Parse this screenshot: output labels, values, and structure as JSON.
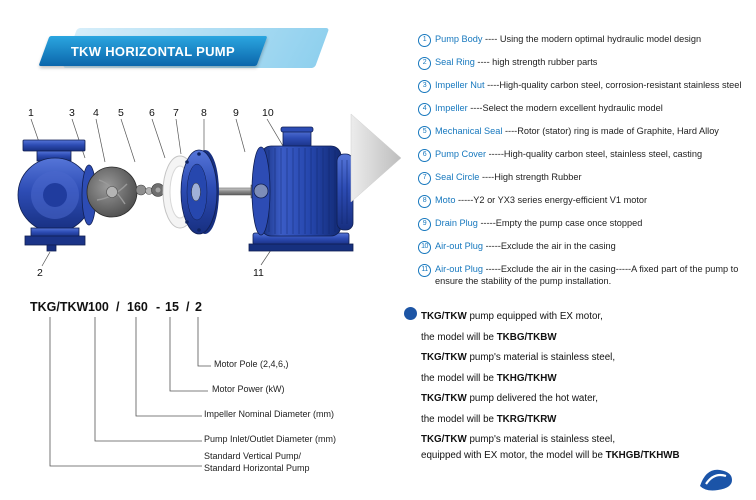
{
  "banner": {
    "title": "TKW HORIZONTAL PUMP"
  },
  "colors": {
    "accent_blue": "#1778be",
    "banner_blue": "#0b66ab",
    "pump_blue": "#2d4cb4",
    "note_blue": "#1d55a5"
  },
  "diagram": {
    "top_labels": [
      "1",
      "3",
      "4",
      "5",
      "6",
      "7",
      "8",
      "9",
      "10"
    ],
    "bottom_labels": [
      "2",
      "11"
    ]
  },
  "parts_list": [
    {
      "num": "1",
      "label": "Pump Body ",
      "desc": "---- Using the modern optimal hydraulic model design"
    },
    {
      "num": "2",
      "label": "Seal Ring ",
      "desc": "---- high strength rubber parts"
    },
    {
      "num": "3",
      "label": "Impeller Nut ",
      "desc": "----High-quality carbon steel, corrosion-resistant stainless steel"
    },
    {
      "num": "4",
      "label": "Impeller ",
      "desc": "----Select the modern excellent hydraulic model"
    },
    {
      "num": "5",
      "label": "Mechanical Seal ",
      "desc": "----Rotor (stator) ring is made of Graphite, Hard Alloy"
    },
    {
      "num": "6",
      "label": "Pump Cover ",
      "desc": "-----High-quality carbon steel, stainless steel, casting"
    },
    {
      "num": "7",
      "label": "Seal Circle ",
      "desc": "----High strength Rubber"
    },
    {
      "num": "8",
      "label": "Moto ",
      "desc": "-----Y2 or YX3 series energy-efficient V1 motor"
    },
    {
      "num": "9",
      "label": "Drain Plug ",
      "desc": "-----Empty the pump case once stopped"
    },
    {
      "num": "10",
      "label": "Air-out Plug ",
      "desc": "-----Exclude the air in the casing"
    },
    {
      "num": "11",
      "label": "Air-out Plug ",
      "desc": "-----Exclude the air in the casing-----A fixed part of the pump to ensure the stability of the pump installation."
    }
  ],
  "model_code": {
    "tokens": [
      "TKG/TKW",
      "100",
      "/",
      "160",
      "-",
      "15",
      "/",
      "2"
    ],
    "callouts": [
      "Motor Pole (2,4,6,)",
      "Motor Power (kW)",
      "Impeller Nominal Diameter (mm)",
      "Pump Inlet/Outlet Diameter (mm)",
      "Standard Vertical Pump/",
      "Standard Horizontal Pump"
    ]
  },
  "notes": [
    {
      "b1": "TKG/TKW",
      "t": " pump equipped with EX motor,",
      "b2": ""
    },
    {
      "b1": "",
      "t": "the model will be ",
      "b2": "TKBG/TKBW"
    },
    {
      "b1": "TKG/TKW",
      "t": " pump's material is stainless steel,",
      "b2": ""
    },
    {
      "b1": "",
      "t": "the model will be ",
      "b2": "TKHG/TKHW"
    },
    {
      "b1": "TKG/TKW",
      "t": " pump delivered the hot water,",
      "b2": ""
    },
    {
      "b1": "",
      "t": "the model will be ",
      "b2": "TKRG/TKRW"
    },
    {
      "b1": "TKG/TKW",
      "t": " pump's material is stainless steel,",
      "b2": ""
    },
    {
      "b1": "",
      "t": "equipped with EX motor, the model will be ",
      "b2": "TKHGB/TKHWB"
    }
  ]
}
